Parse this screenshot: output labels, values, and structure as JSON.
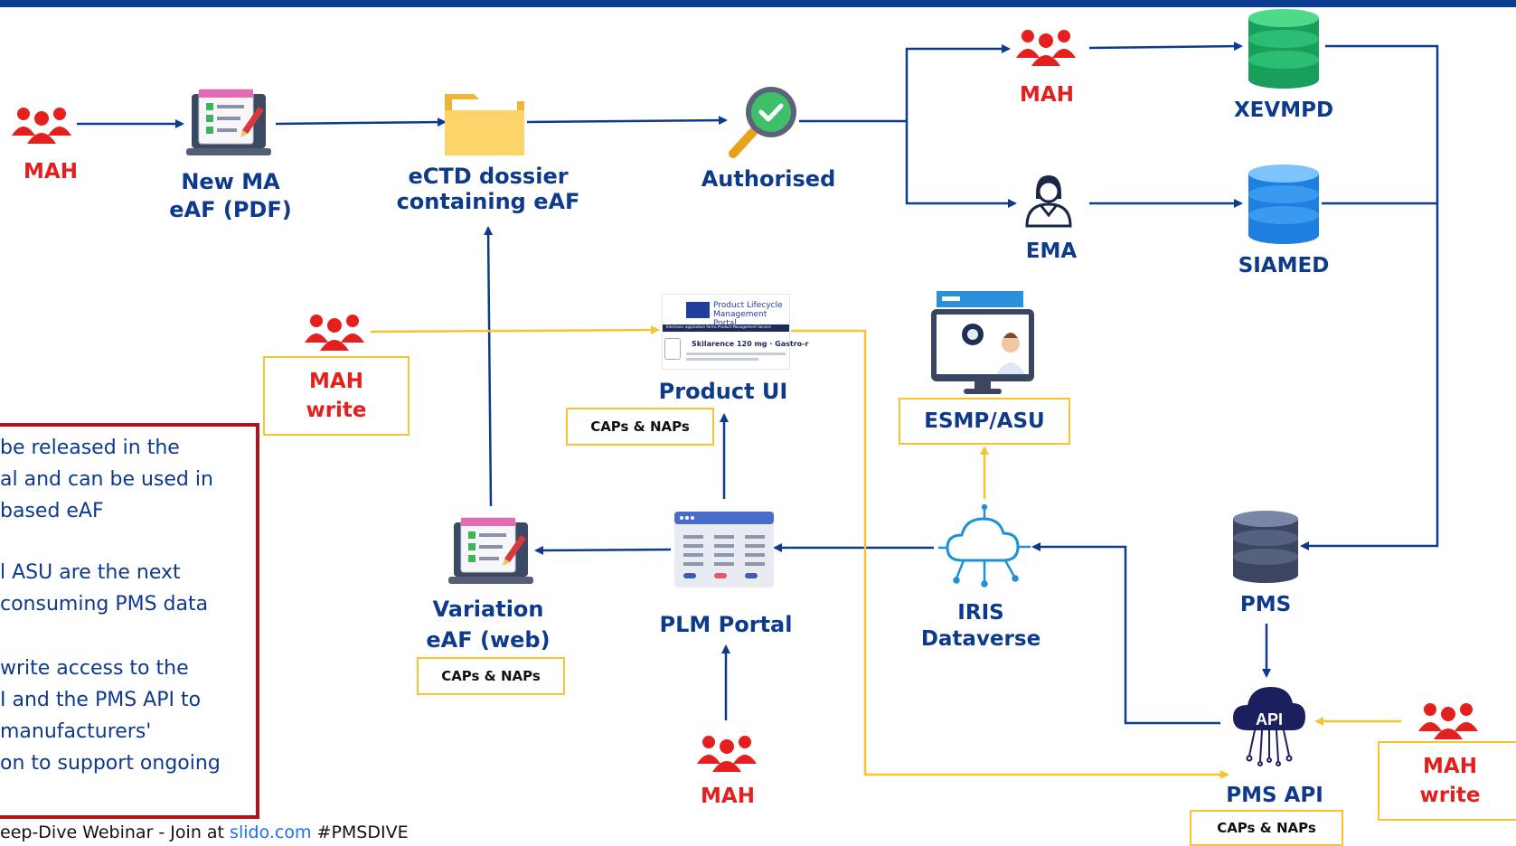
{
  "nodes": {
    "mah_left": "MAH",
    "new_ma": [
      "New MA",
      "eAF (PDF)"
    ],
    "ectd": [
      "eCTD dossier",
      "containing eAF"
    ],
    "authorised": "Authorised",
    "mah_top": "MAH",
    "ema": "EMA",
    "xevmpd": "XEVMPD",
    "siamed": "SIAMED",
    "mah_write_mid": [
      "MAH",
      "write"
    ],
    "product_ui": "Product UI",
    "product_ui_tag": "CAPs & NAPs",
    "esmp_asu": "ESMP/ASU",
    "variation": [
      "Variation",
      "eAF (web)"
    ],
    "variation_tag": "CAPs & NAPs",
    "plm_portal": "PLM Portal",
    "mah_bottom": "MAH",
    "iris": [
      "IRIS",
      "Dataverse"
    ],
    "pms": "PMS",
    "api_badge": "API",
    "pms_api": "PMS API",
    "pms_api_tag": "CAPs & NAPs",
    "mah_write_right": [
      "MAH",
      "write"
    ]
  },
  "screens": {
    "plm_header": "Product Lifecycle",
    "plm_header2": "Management Portal",
    "plm_nav": "Electronic application forms  Product Management Service",
    "plm_product": "Skilarence 120 mg · Gastro-r"
  },
  "notes": [
    "be released in the",
    "al and can be used in",
    "based eAF",
    "",
    "l ASU are the next",
    "consuming PMS data",
    "",
    "write access to the",
    "I and the PMS API to",
    "manufacturers'",
    "on to support ongoing"
  ],
  "footer": {
    "prefix": "eep-Dive Webinar - Join at ",
    "link": "slido.com",
    "suffix": " #PMSDIVE"
  },
  "colors": {
    "navy": "#0e3a8c",
    "red": "#e4201f",
    "yellow": "#f4c431",
    "dark_red": "#b0121a"
  }
}
